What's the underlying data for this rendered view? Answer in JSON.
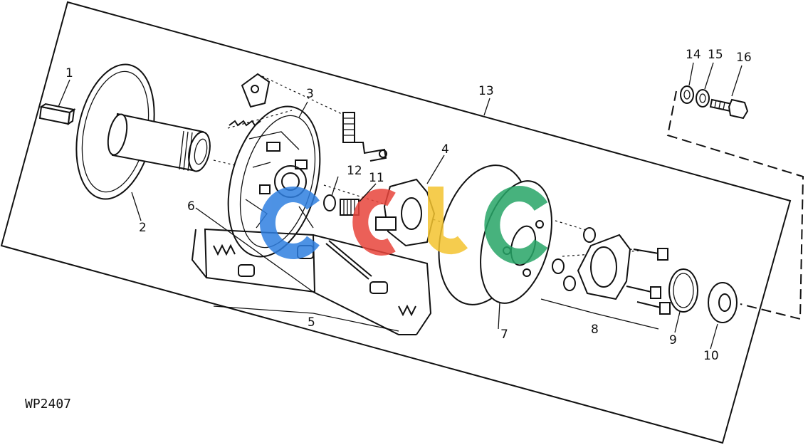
{
  "figure_id": "WP2407",
  "callouts": [
    "1",
    "2",
    "3",
    "4",
    "5",
    "6",
    "7",
    "8",
    "9",
    "10",
    "11",
    "12",
    "13",
    "14",
    "15",
    "16"
  ],
  "watermark": {
    "colors": [
      "#2f7fe0",
      "#e8453c",
      "#f4c430",
      "#27a567"
    ]
  },
  "icons": [
    "drive-key",
    "driven-sheave",
    "spider-assembly",
    "drive-clutch-cover",
    "spring",
    "bolt",
    "washer",
    "retaining-ring"
  ]
}
